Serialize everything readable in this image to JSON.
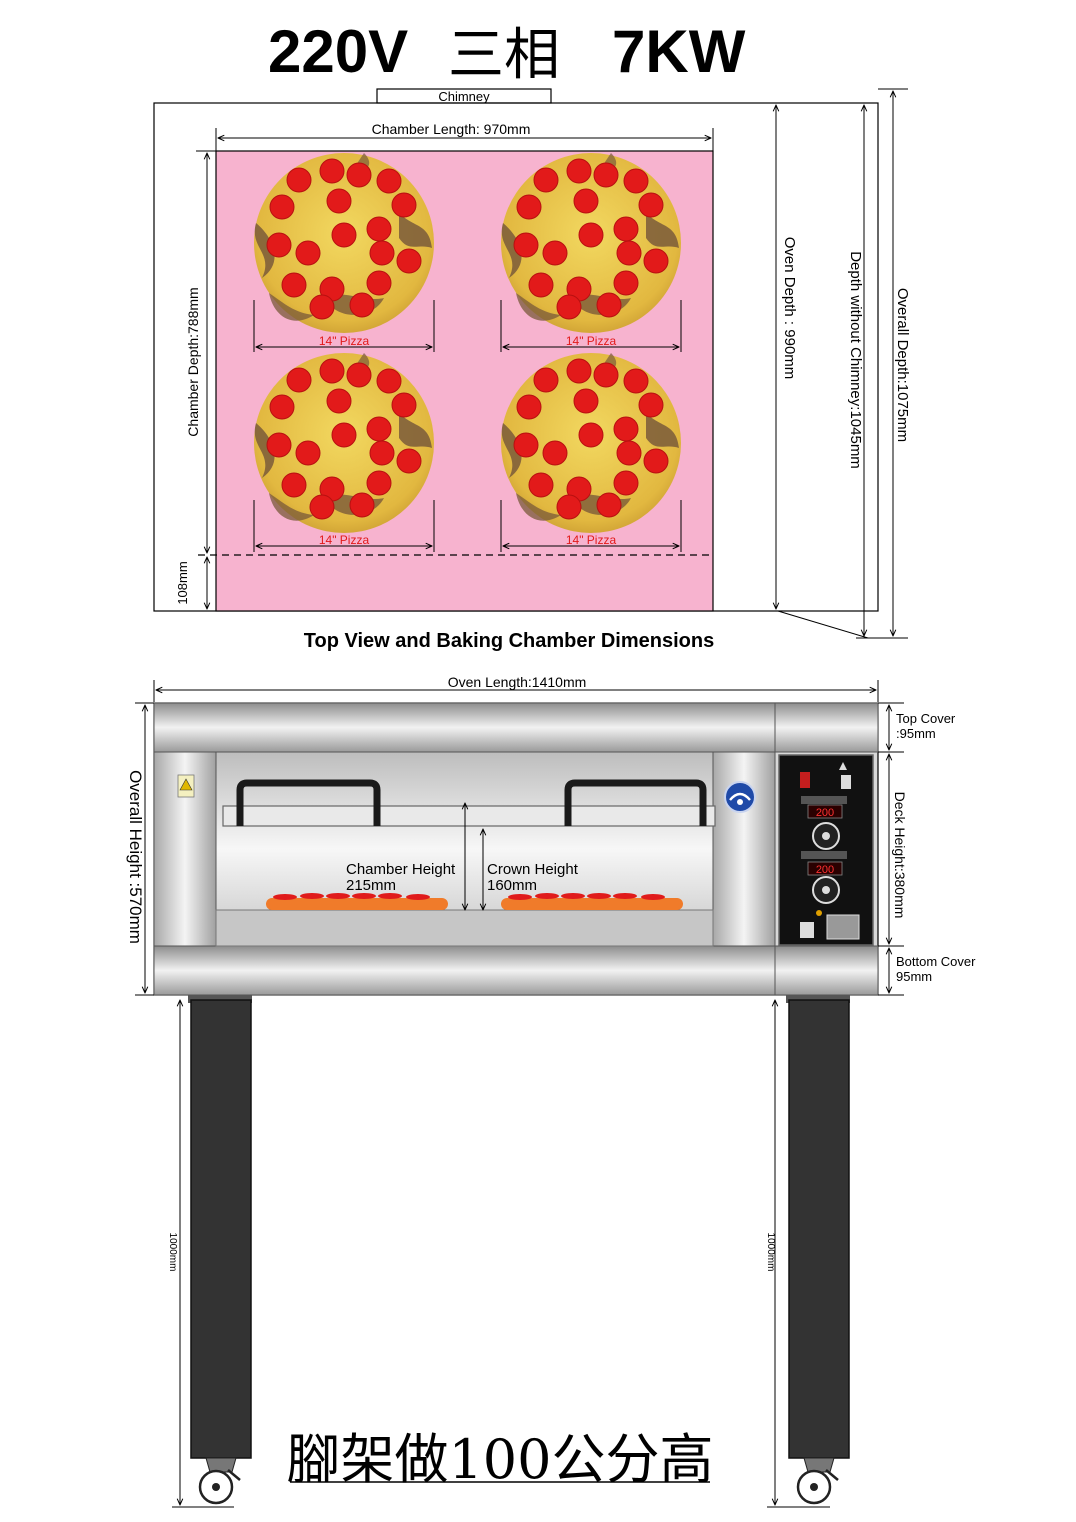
{
  "header": {
    "title_part1": "220V",
    "title_part2": "三相",
    "title_part3": "7KW"
  },
  "top_view": {
    "chimney_label": "Chimney",
    "chamber_length_label": "Chamber Length: 970mm",
    "chamber_depth_label": "Chamber Depth:788mm",
    "front_margin_label": "108mm",
    "oven_depth_label": "Oven Depth : 990mm",
    "depth_without_chimney_label": "Depth without Chimney:1045mm",
    "overall_depth_label": "Overall Depth:1075mm",
    "pizza_label": "14\" Pizza",
    "caption": "Top View and Baking Chamber Dimensions"
  },
  "front_view": {
    "oven_length_label": "Oven Length:1410mm",
    "overall_height_label": "Overall Height :570mm",
    "top_cover_line1": "Top Cover",
    "top_cover_line2": ":95mm",
    "deck_height_label": "Deck Height:380mm",
    "bottom_cover_line1": "Bottom Cover",
    "bottom_cover_line2": "95mm",
    "chamber_height_line1": "Chamber Height",
    "chamber_height_line2": "215mm",
    "crown_height_line1": "Crown Height",
    "crown_height_line2": "160mm",
    "temp_display_1": "200",
    "temp_display_2": "200"
  },
  "stand": {
    "leg_height_label": "1000mm",
    "note": "腳架做100公分高"
  },
  "colors": {
    "chamber_pink": "#f7b3cf",
    "pepperoni_red": "#e01b1b",
    "crust_yellow": "#e8c84a",
    "leg_dark": "#333333",
    "control_panel": "#111111",
    "display_red": "#e02020"
  }
}
